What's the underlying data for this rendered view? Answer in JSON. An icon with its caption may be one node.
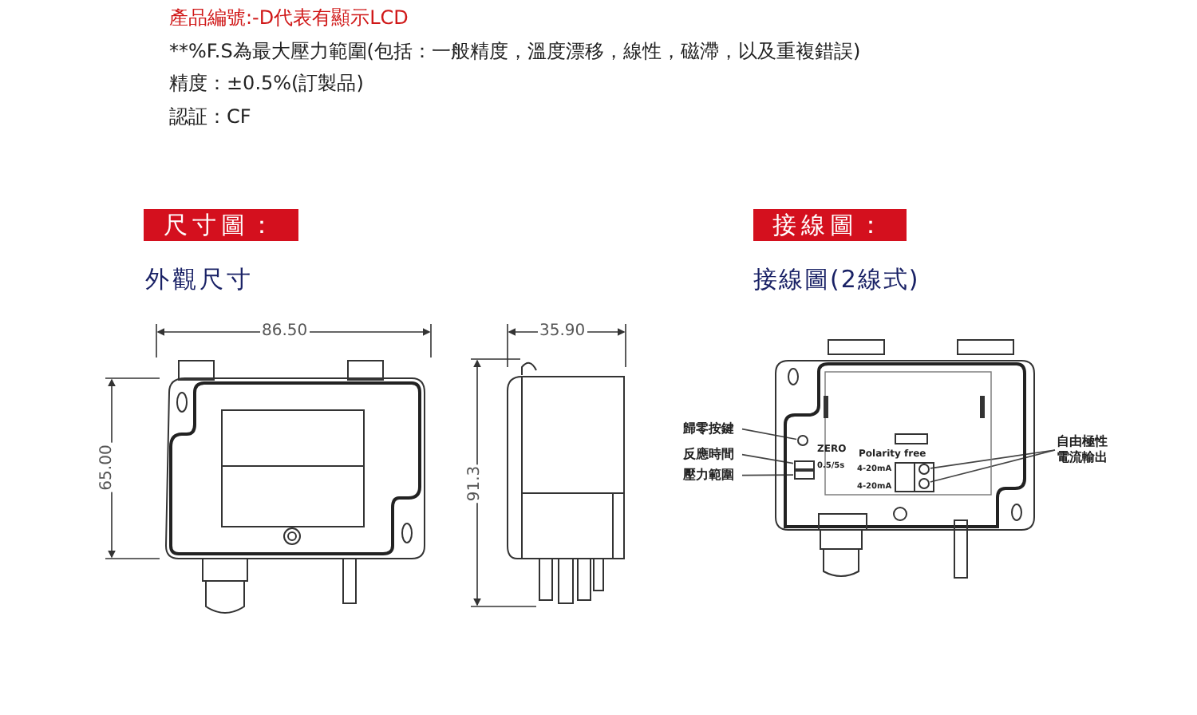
{
  "diagram": {
    "nodes": [
      {
        "text": [
          "尺寸圖："
        ]
      },
      {
        "text": [
          "接線圖："
        ]
      },
      {
        "text": [
          "歸零按鍵"
        ]
      },
      {
        "text": [
          "反應時間"
        ]
      },
      {
        "text": [
          "壓力範圍"
        ]
      },
      {
        "text": [
          "自由極性電流輸出"
        ]
      },
      {
        "text": [],
        "shape": "circle"
      },
      {
        "text": [],
        "shape": "box"
      },
      {
        "text": [],
        "shape": "box"
      },
      {
        "text": [],
        "shape": "circle"
      },
      {
        "text": [],
        "shape": "circle"
      }
    ],
    "edges": [
      {
        "from": 2,
        "to": 6,
        "arrow": "none"
      },
      {
        "from": 3,
        "to": 7,
        "arrow": "none"
      },
      {
        "from": 4,
        "to": 8,
        "arrow": "none"
      },
      {
        "from": 5,
        "to": 9,
        "arrow": "none"
      },
      {
        "from": 5,
        "to": 10,
        "arrow": "none"
      }
    ],
    "labels": [
      "產品編號:-D代表有顯示LCD",
      "**%F.S為最大壓力範圍(包括：一般精度，溫度漂移，線性，磁滯，以及重複錯誤)",
      "精度：±0.5%(訂製品)",
      "認証：CF",
      "外觀尺寸",
      "接線圖(2線式)",
      "86.50",
      "35.90",
      "65.00",
      "91.3",
      "ZERO",
      "Polarity free",
      "0.5/5s",
      "4-20mA",
      "4-20mA"
    ]
  }
}
